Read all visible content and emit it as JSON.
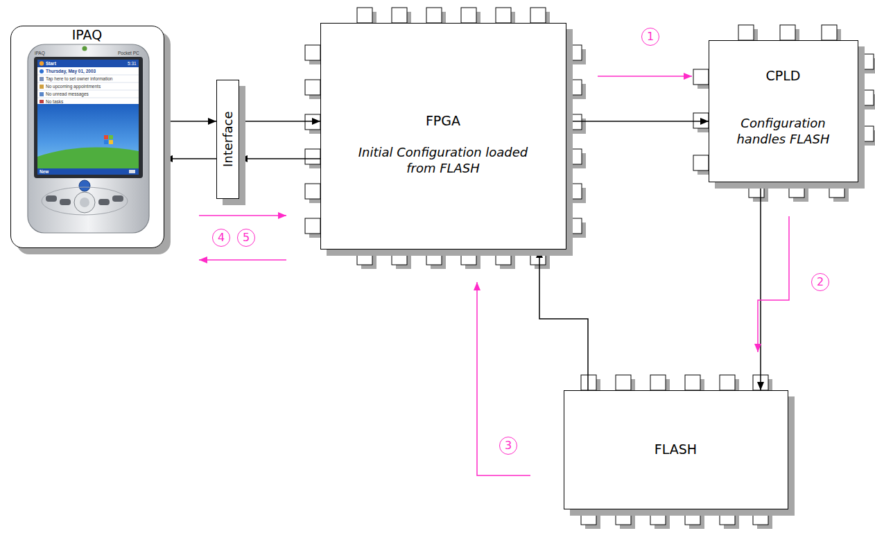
{
  "diagram": {
    "nodes": [
      {
        "text": [
          "IPAQ"
        ]
      },
      {
        "text": [
          "Interface"
        ]
      },
      {
        "text": [
          "FPGA",
          "Initial Configuration loaded from FLASH"
        ]
      },
      {
        "text": [
          "CPLD",
          "Configuration handles FLASH"
        ]
      },
      {
        "text": [
          "FLASH"
        ]
      }
    ],
    "edges": [
      {
        "from": 0,
        "to": 1,
        "arrow": "to"
      },
      {
        "from": 1,
        "to": 0,
        "arrow": "to"
      },
      {
        "from": 1,
        "to": 2,
        "arrow": "to"
      },
      {
        "from": 2,
        "to": 1,
        "arrow": "to"
      },
      {
        "from": 2,
        "to": 3,
        "arrow": "to"
      },
      {
        "from": 3,
        "to": 4,
        "arrow": "to"
      },
      {
        "from": 4,
        "to": 2,
        "arrow": "to"
      }
    ],
    "labels": [
      "1",
      "2",
      "3",
      "4",
      "5",
      "iPAQ",
      "Pocket PC",
      "Start",
      "5:31",
      "Thursday, May 01, 2003",
      "Tap here to set owner information",
      "No upcoming appointments",
      "No unread messages",
      "No tasks",
      "New"
    ]
  }
}
